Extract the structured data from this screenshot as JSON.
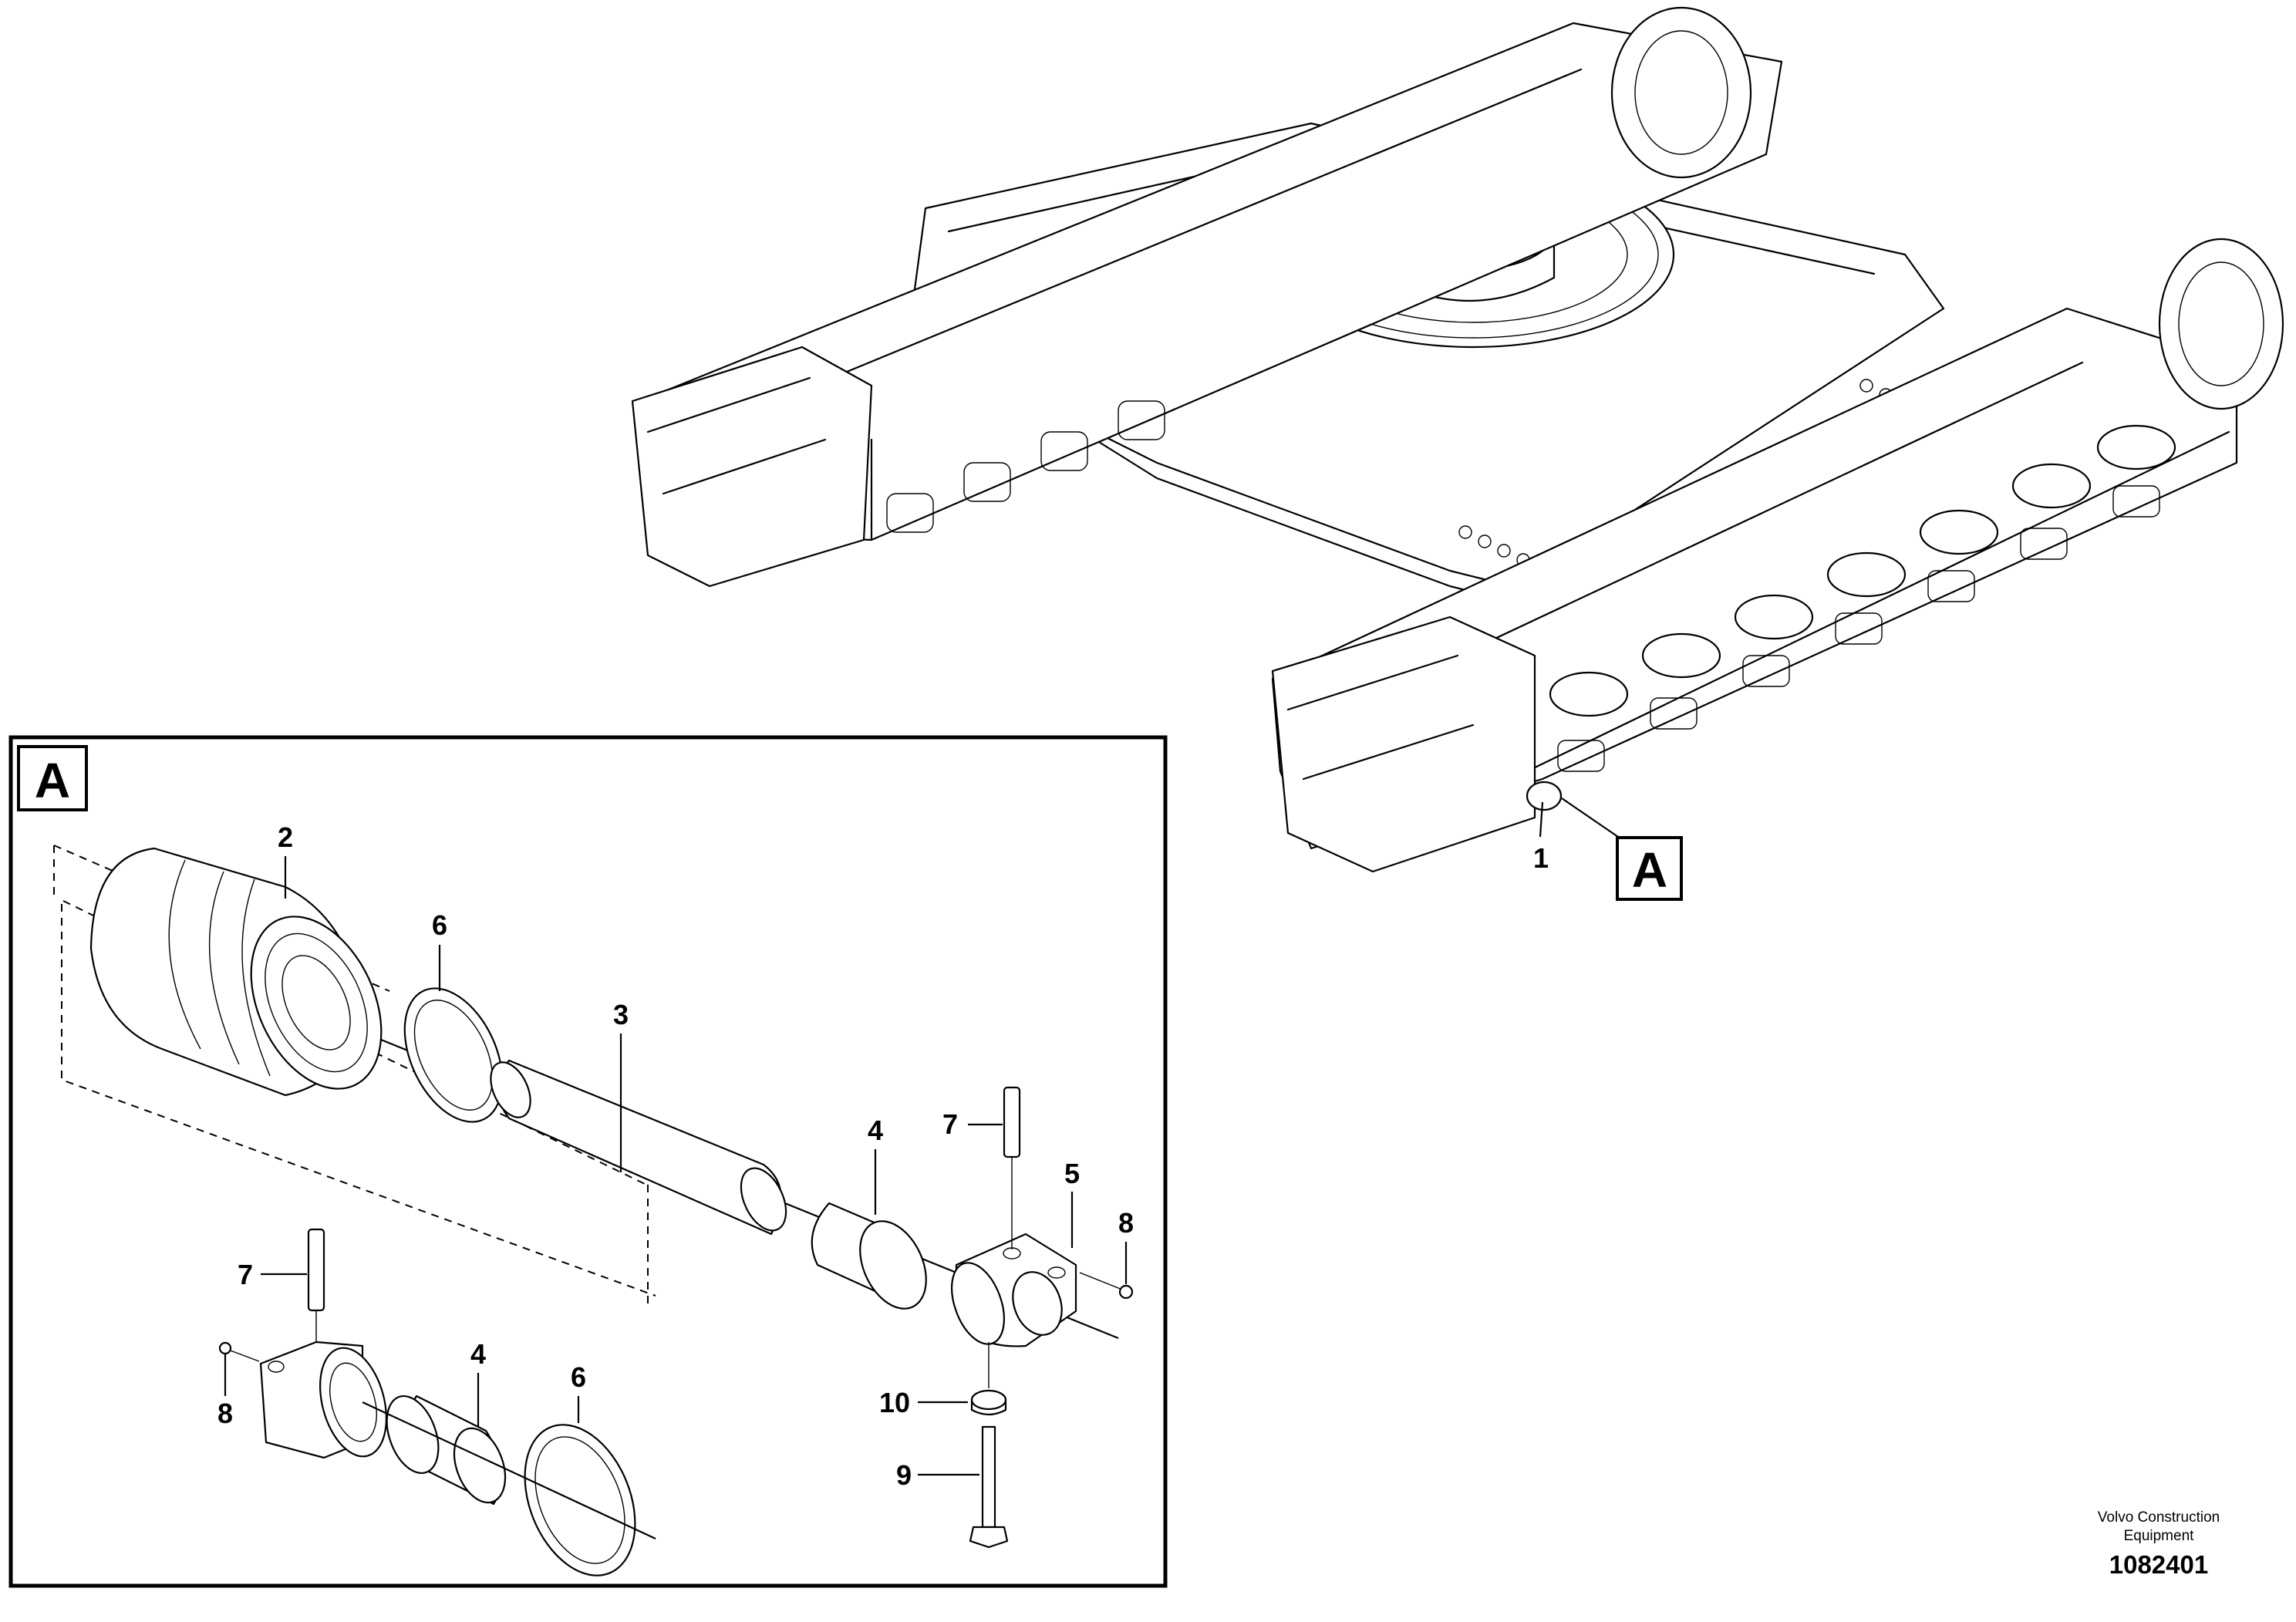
{
  "detail_box": {
    "label": "A"
  },
  "main_view": {
    "detail_marker": "A",
    "callout": "1"
  },
  "callouts": {
    "roller": "2",
    "seal_left": "6",
    "shaft": "3",
    "bushing_right": "4",
    "pin_right": "7",
    "collar_right": "5",
    "plug_right": "8",
    "washer": "10",
    "bolt": "9",
    "pin_left": "7",
    "plug_left": "8",
    "bushing_left": "4",
    "seal_right": "6"
  },
  "credit": {
    "company_line1": "Volvo Construction",
    "company_line2": "Equipment",
    "drawing_number": "1082401"
  }
}
